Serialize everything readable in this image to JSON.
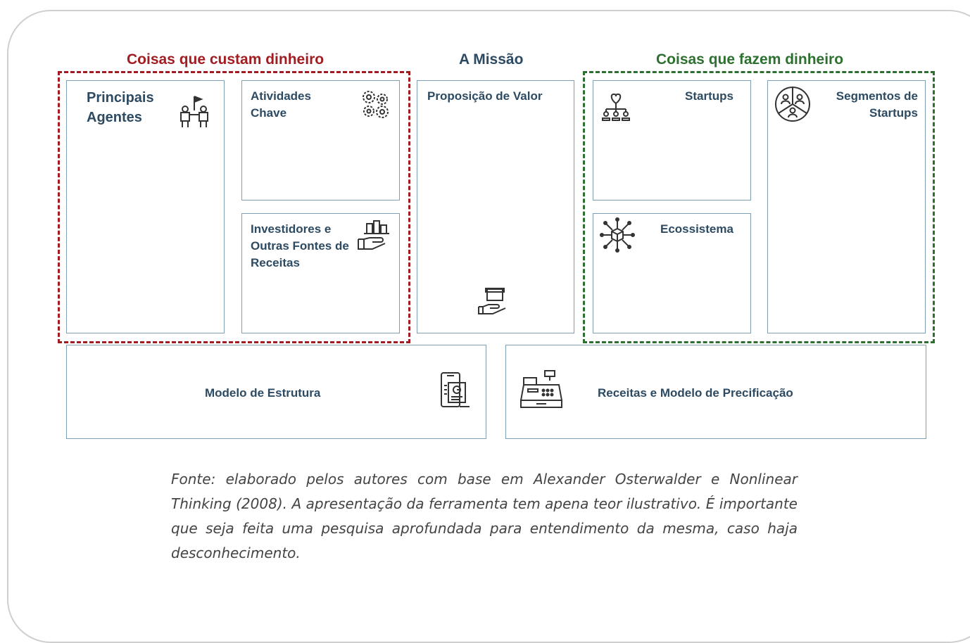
{
  "headers": {
    "cost": "Coisas que custam dinheiro",
    "mission": "A Missão",
    "money": "Coisas que fazem dinheiro"
  },
  "blocks": {
    "principais_agentes": "Principais Agentes",
    "atividades_chave": "Atividades Chave",
    "investidores": "Investidores e Outras Fontes de Receitas",
    "proposicao": "Proposição de Valor",
    "startups": "Startups",
    "ecossistema": "Ecossistema",
    "segmentos": "Segmentos de Startups",
    "modelo_estrutura": "Modelo de Estrutura",
    "receitas": "Receitas e Modelo de Precificação"
  },
  "caption": "Fonte: elaborado pelos autores com base em Alexander Osterwalder e Nonlinear Thinking (2008). A apresentação da ferramenta tem apena teor ilustrativo. É importante que seja feita uma pesquisa aprofundada para entendimento da mesma, caso haja desconhecimento.",
  "colors": {
    "cost": "#a11d22",
    "money": "#2e7030",
    "title": "#2d4a63",
    "box_border": "#7f9fb3"
  },
  "icons": {
    "principais_agentes": "team-flag-icon",
    "atividades_chave": "gears-icon",
    "investidores": "money-hand-icon",
    "proposicao": "box-hand-icon",
    "startups": "heart-network-icon",
    "ecossistema": "cube-network-icon",
    "segmentos": "people-pie-icon",
    "modelo_estrutura": "phone-document-icon",
    "receitas": "cash-register-icon"
  }
}
